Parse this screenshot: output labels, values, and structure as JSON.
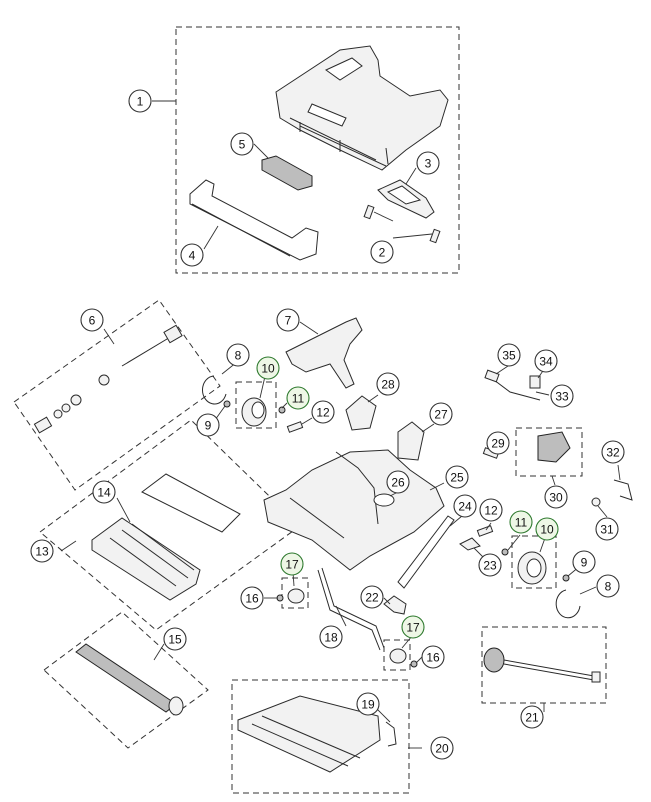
{
  "callouts": [
    {
      "id": "1",
      "label": "1"
    },
    {
      "id": "2",
      "label": "2"
    },
    {
      "id": "3",
      "label": "3"
    },
    {
      "id": "4",
      "label": "4"
    },
    {
      "id": "5",
      "label": "5"
    },
    {
      "id": "6",
      "label": "6"
    },
    {
      "id": "7",
      "label": "7"
    },
    {
      "id": "8a",
      "label": "8"
    },
    {
      "id": "9a",
      "label": "9"
    },
    {
      "id": "10a",
      "label": "10"
    },
    {
      "id": "11a",
      "label": "11"
    },
    {
      "id": "12a",
      "label": "12"
    },
    {
      "id": "13",
      "label": "13"
    },
    {
      "id": "14",
      "label": "14"
    },
    {
      "id": "15",
      "label": "15"
    },
    {
      "id": "16a",
      "label": "16"
    },
    {
      "id": "17a",
      "label": "17"
    },
    {
      "id": "18",
      "label": "18"
    },
    {
      "id": "17b",
      "label": "17"
    },
    {
      "id": "16b",
      "label": "16"
    },
    {
      "id": "19",
      "label": "19"
    },
    {
      "id": "20",
      "label": "20"
    },
    {
      "id": "21",
      "label": "21"
    },
    {
      "id": "22",
      "label": "22"
    },
    {
      "id": "23",
      "label": "23"
    },
    {
      "id": "24",
      "label": "24"
    },
    {
      "id": "25",
      "label": "25"
    },
    {
      "id": "26",
      "label": "26"
    },
    {
      "id": "27",
      "label": "27"
    },
    {
      "id": "28",
      "label": "28"
    },
    {
      "id": "29",
      "label": "29"
    },
    {
      "id": "30",
      "label": "30"
    },
    {
      "id": "31",
      "label": "31"
    },
    {
      "id": "32",
      "label": "32"
    },
    {
      "id": "33",
      "label": "33"
    },
    {
      "id": "34",
      "label": "34"
    },
    {
      "id": "35",
      "label": "35"
    },
    {
      "id": "12b",
      "label": "12"
    },
    {
      "id": "11b",
      "label": "11"
    },
    {
      "id": "10b",
      "label": "10"
    },
    {
      "id": "9b",
      "label": "9"
    },
    {
      "id": "8b",
      "label": "8"
    }
  ]
}
